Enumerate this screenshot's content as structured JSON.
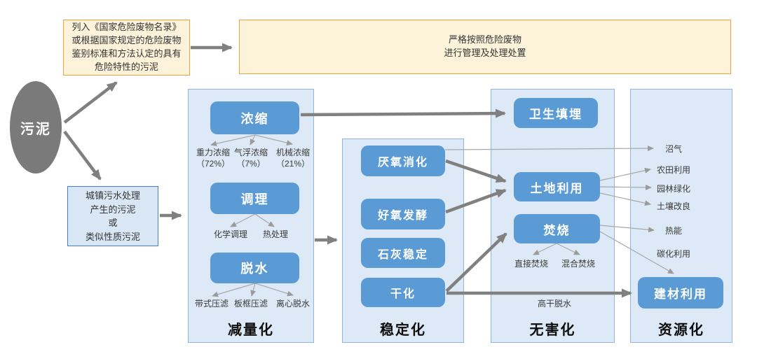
{
  "colors": {
    "accent_blue": "#5b9bd5",
    "panel_fill": "#dde9f6",
    "panel_border": "#8fb4dd",
    "yellow_fill": "#fdf3da",
    "yellow_border": "#e8a33d",
    "municipal_fill": "#d9e7f5",
    "municipal_border": "#4a7ebb",
    "source_gray": "#7a7a7a",
    "thick_arrow_gray": "#808080",
    "thin_arrow_gray": "#a0a0a0"
  },
  "source": {
    "label": "污泥"
  },
  "hazard_criteria_box": {
    "text": "列入《国家危险废物名录》\n或根据国家规定的危险废物\n鉴别标准和方法认定的具有\n危险特性的污泥"
  },
  "hazard_management_box": {
    "text": "严格按照危险废物\n进行管理及处理处置"
  },
  "municipal_sludge_box": {
    "text": "城镇污水处理\n产生的污泥\n或\n类似性质污泥"
  },
  "reduction": {
    "title": "减量化",
    "concentration": {
      "label": "浓缩",
      "methods": [
        {
          "name": "重力浓缩",
          "share": "（72%）"
        },
        {
          "name": "气浮浓缩",
          "share": "（7%）"
        },
        {
          "name": "机械浓缩",
          "share": "（21%）"
        }
      ]
    },
    "conditioning": {
      "label": "调理",
      "methods": [
        {
          "name": "化学调理"
        },
        {
          "name": "热处理"
        }
      ]
    },
    "dewatering": {
      "label": "脱水",
      "methods": [
        {
          "name": "带式压滤"
        },
        {
          "name": "板框压滤"
        },
        {
          "name": "离心脱水"
        }
      ]
    }
  },
  "stabilization": {
    "title": "稳定化",
    "anaerobic_digestion": "厌氧消化",
    "aerobic_fermentation": "好氧发酵",
    "lime_stabilization": "石灰稳定",
    "drying": "干化"
  },
  "harmless": {
    "title": "无害化",
    "sanitary_landfill": "卫生填埋",
    "land_use": "土地利用",
    "incineration": {
      "label": "焚烧",
      "methods": [
        {
          "name": "直接焚烧"
        },
        {
          "name": "混合焚烧"
        }
      ]
    },
    "high_dry_dewatering_label": "高干脱水"
  },
  "resource": {
    "title": "资源化",
    "items": [
      {
        "name": "沼气"
      },
      {
        "name": "农田利用"
      },
      {
        "name": "园林绿化"
      },
      {
        "name": "土壤改良"
      },
      {
        "name": "热能"
      },
      {
        "name": "碳化利用"
      }
    ],
    "building_material_use": "建材利用"
  }
}
